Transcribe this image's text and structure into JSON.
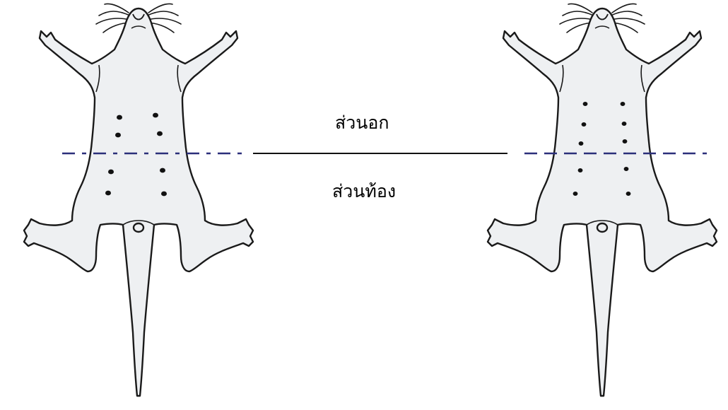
{
  "labels": {
    "chest": "ส่วนอก",
    "abdomen": "ส่วนท้อง"
  },
  "colors": {
    "body_fill": "#eef0f2",
    "outline": "#1a1a1a",
    "divider_dashed": "#2b2f7a",
    "divider_solid": "#111111",
    "nipple": "#111111"
  },
  "figures": [
    {
      "name": "mouse-left",
      "nipple_count": 8
    },
    {
      "name": "mouse-right",
      "nipple_count": 10
    }
  ]
}
